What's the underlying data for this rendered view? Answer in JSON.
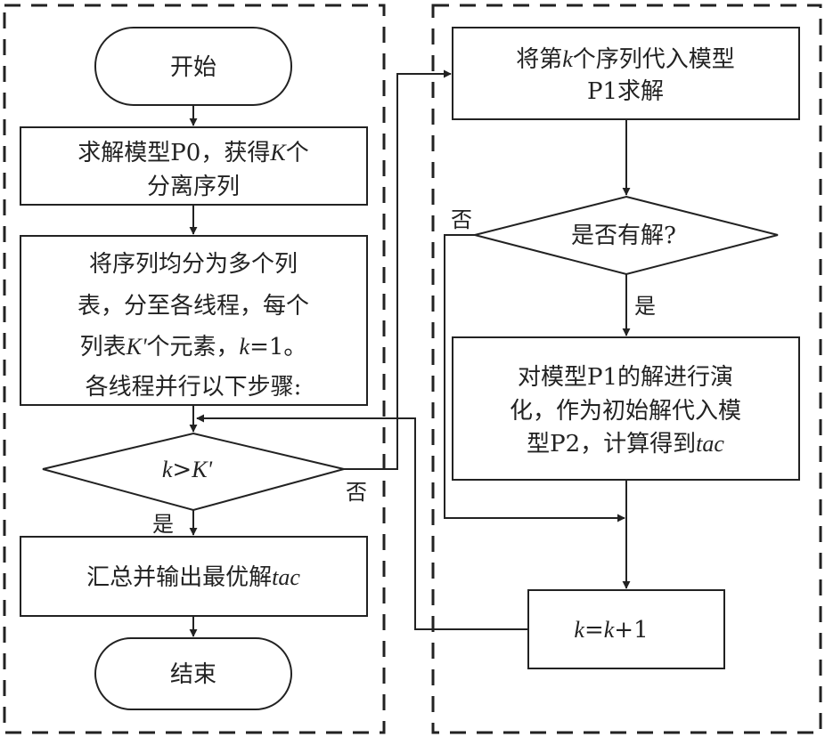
{
  "flowchart": {
    "start": "开始",
    "end": "结束",
    "left": {
      "step1": {
        "line1_a": "求解模型P0，获得",
        "line1_var": "K",
        "line1_b": "个",
        "line2": "分离序列"
      },
      "step2": {
        "line1": "将序列均分为多个列",
        "line2": "表，分至各线程，每个",
        "line3_a": "列表",
        "line3_var": "K'",
        "line3_b": "个元素，",
        "line3_var2": "k",
        "line3_c": "=1。",
        "line4": "各线程并行以下步骤:"
      },
      "decision": {
        "var1": "k",
        "op": ">",
        "var2": "K'"
      },
      "decision_yes": "是",
      "decision_no": "否",
      "step3": {
        "text": "汇总并输出最优解",
        "var": "tac"
      }
    },
    "right": {
      "stepA": {
        "line1_a": "将第",
        "line1_var": "k",
        "line1_b": "个序列代入模型",
        "line2": "P1求解"
      },
      "decision": {
        "text": "是否有解?"
      },
      "decision_yes": "是",
      "decision_no": "否",
      "stepB": {
        "line1": "对模型P1的解进行演",
        "line2": "化，作为初始解代入模",
        "line3_a": "型P2，计算得到",
        "line3_var": "tac"
      },
      "stepC": {
        "var1": "k",
        "eq": "=",
        "var2": "k",
        "rest": "+1"
      }
    }
  }
}
